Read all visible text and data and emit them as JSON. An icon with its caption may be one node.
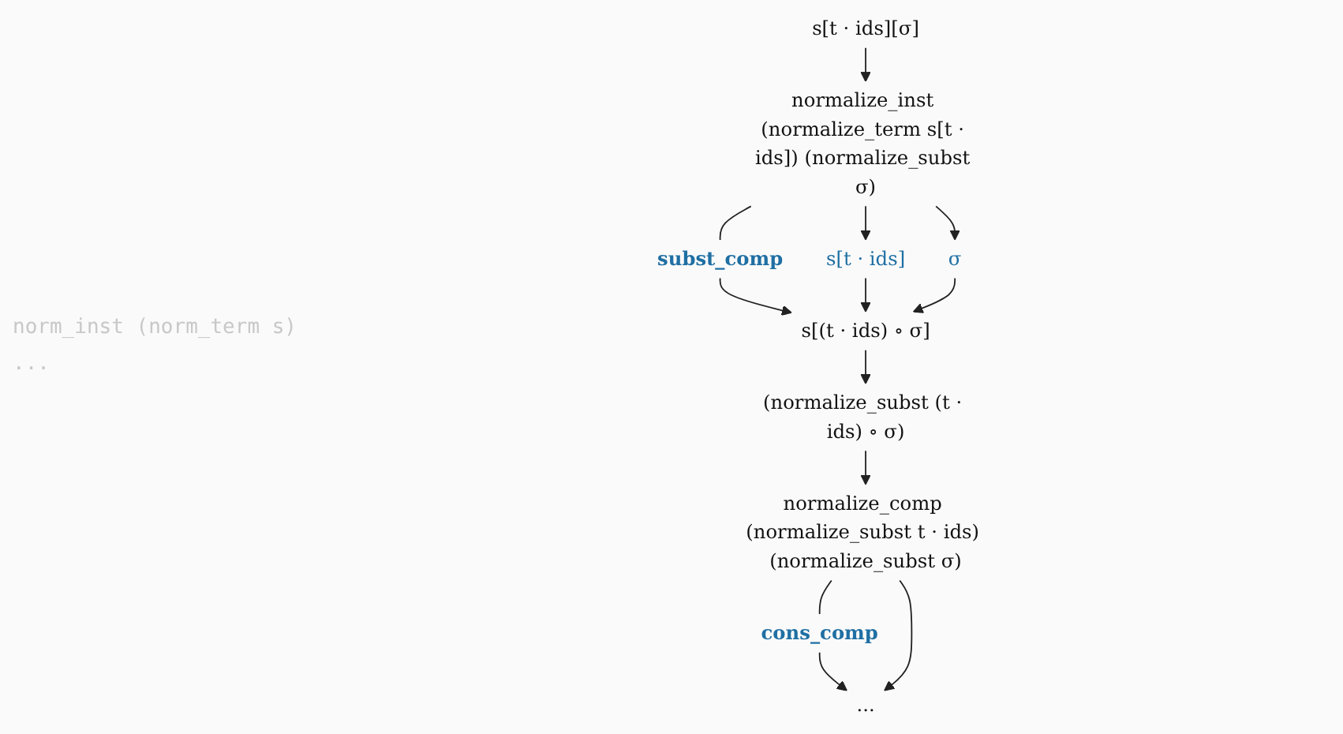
{
  "diagram": {
    "nodes": [
      {
        "text": [
          "s[t · ids][σ]"
        ]
      },
      {
        "text": [
          "normalize_inst (normalize_term s[t · ids]) (normalize_subst σ)"
        ]
      },
      {
        "text": [
          "subst_comp"
        ]
      },
      {
        "text": [
          "s[t · ids]"
        ]
      },
      {
        "text": [
          "σ"
        ]
      },
      {
        "text": [
          "s[(t · ids) ∘ σ]"
        ]
      },
      {
        "text": [
          "(normalize_subst (t · ids) ∘ σ)"
        ]
      },
      {
        "text": [
          "normalize_comp (normalize_subst t · ids) (normalize_subst σ)"
        ]
      },
      {
        "text": [
          "cons_comp"
        ]
      },
      {
        "text": [
          "..."
        ]
      }
    ],
    "edges": [
      {
        "from": 0,
        "to": 1,
        "arrow": "to"
      },
      {
        "from": 1,
        "to": 2,
        "arrow": "none"
      },
      {
        "from": 2,
        "to": 5,
        "arrow": "to"
      },
      {
        "from": 1,
        "to": 3,
        "arrow": "to"
      },
      {
        "from": 1,
        "to": 4,
        "arrow": "to"
      },
      {
        "from": 3,
        "to": 5,
        "arrow": "to"
      },
      {
        "from": 4,
        "to": 5,
        "arrow": "to"
      },
      {
        "from": 5,
        "to": 6,
        "arrow": "to"
      },
      {
        "from": 6,
        "to": 7,
        "arrow": "to"
      },
      {
        "from": 7,
        "to": 8,
        "arrow": "none"
      },
      {
        "from": 8,
        "to": 9,
        "arrow": "to"
      },
      {
        "from": 7,
        "to": 9,
        "arrow": "to"
      }
    ],
    "labels": [
      "norm_inst (norm_term s)",
      "..."
    ]
  }
}
